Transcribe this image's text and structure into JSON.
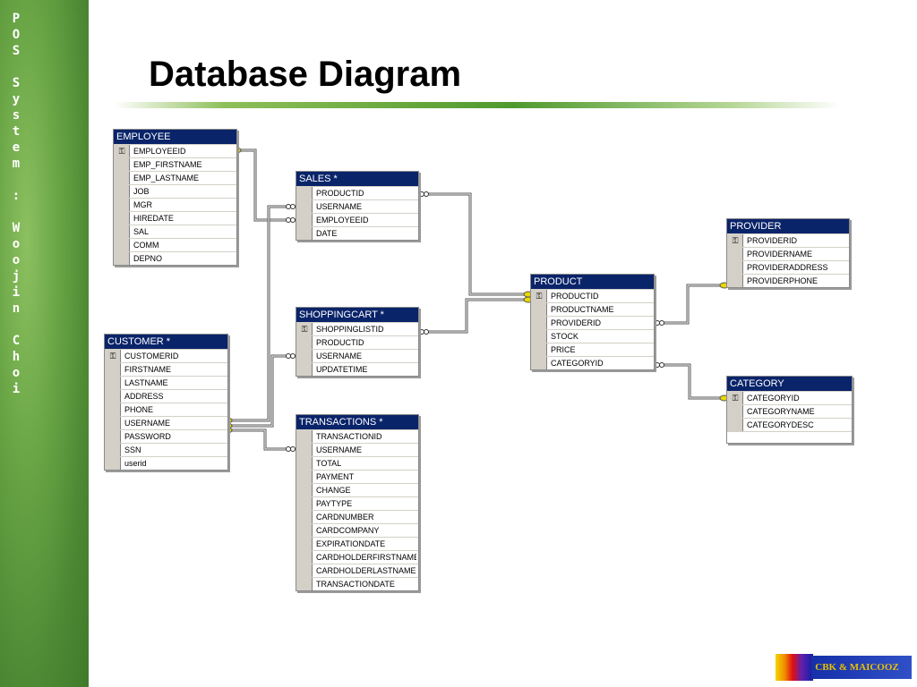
{
  "sidebar": {
    "text": "POS System : Woojin Choi"
  },
  "slide": {
    "title": "Database Diagram"
  },
  "logo": {
    "text": "CBK & MAICOOZ"
  },
  "diagram": {
    "tables": [
      {
        "id": "EMPLOYEE",
        "name": "EMPLOYEE",
        "columns": [
          "EMPLOYEEID",
          "EMP_FIRSTNAME",
          "EMP_LASTNAME",
          "JOB",
          "MGR",
          "HIREDATE",
          "SAL",
          "COMM",
          "DEPNO"
        ],
        "primary_key": [
          "EMPLOYEEID"
        ]
      },
      {
        "id": "SALES",
        "name": "SALES *",
        "columns": [
          "PRODUCTID",
          "USERNAME",
          "EMPLOYEEID",
          "DATE"
        ],
        "primary_key": []
      },
      {
        "id": "SHOPPINGCART",
        "name": "SHOPPINGCART *",
        "columns": [
          "SHOPPINGLISTID",
          "PRODUCTID",
          "USERNAME",
          "UPDATETIME"
        ],
        "primary_key": [
          "SHOPPINGLISTID"
        ]
      },
      {
        "id": "CUSTOMER",
        "name": "CUSTOMER *",
        "columns": [
          "CUSTOMERID",
          "FIRSTNAME",
          "LASTNAME",
          "ADDRESS",
          "PHONE",
          "USERNAME",
          "PASSWORD",
          "SSN",
          "userid"
        ],
        "primary_key": [
          "CUSTOMERID"
        ]
      },
      {
        "id": "TRANSACTIONS",
        "name": "TRANSACTIONS *",
        "columns": [
          "TRANSACTIONID",
          "USERNAME",
          "TOTAL",
          "PAYMENT",
          "CHANGE",
          "PAYTYPE",
          "CARDNUMBER",
          "CARDCOMPANY",
          "EXPIRATIONDATE",
          "CARDHOLDERFIRSTNAME",
          "CARDHOLDERLASTNAME",
          "TRANSACTIONDATE"
        ],
        "primary_key": []
      },
      {
        "id": "PRODUCT",
        "name": "PRODUCT",
        "columns": [
          "PRODUCTID",
          "PRODUCTNAME",
          "PROVIDERID",
          "STOCK",
          "PRICE",
          "CATEGORYID"
        ],
        "primary_key": [
          "PRODUCTID"
        ]
      },
      {
        "id": "PROVIDER",
        "name": "PROVIDER",
        "columns": [
          "PROVIDERID",
          "PROVIDERNAME",
          "PROVIDERADDRESS",
          "PROVIDERPHONE"
        ],
        "primary_key": [
          "PROVIDERID"
        ]
      },
      {
        "id": "CATEGORY",
        "name": "CATEGORY",
        "columns": [
          "CATEGORYID",
          "CATEGORYNAME",
          "CATEGORYDESC"
        ],
        "primary_key": [
          "CATEGORYID"
        ]
      }
    ],
    "relationships": [
      {
        "from": "EMPLOYEE.EMPLOYEEID",
        "to": "SALES.EMPLOYEEID"
      },
      {
        "from": "PRODUCT.PRODUCTID",
        "to": "SALES.PRODUCTID"
      },
      {
        "from": "PRODUCT.PRODUCTID",
        "to": "SHOPPINGCART.PRODUCTID"
      },
      {
        "from": "CUSTOMER.USERNAME",
        "to": "SALES.USERNAME"
      },
      {
        "from": "CUSTOMER.USERNAME",
        "to": "SHOPPINGCART.USERNAME"
      },
      {
        "from": "CUSTOMER.USERNAME",
        "to": "TRANSACTIONS.USERNAME"
      },
      {
        "from": "PROVIDER.PROVIDERID",
        "to": "PRODUCT.PROVIDERID"
      },
      {
        "from": "CATEGORY.CATEGORYID",
        "to": "PRODUCT.CATEGORYID"
      }
    ]
  }
}
